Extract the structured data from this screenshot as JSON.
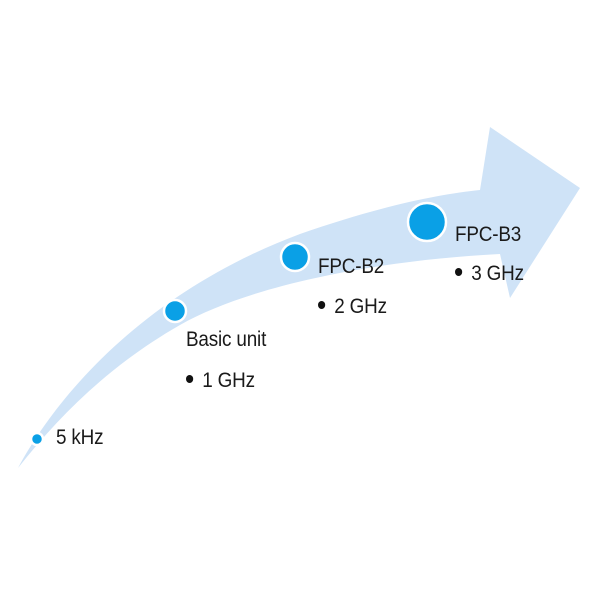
{
  "colors": {
    "arrow_fill": "#cfe3f7",
    "dot_fill": "#0aa0e6",
    "dot_stroke": "#ffffff",
    "text": "#1a1a1a",
    "bullet": "#111111"
  },
  "stages": [
    {
      "label": "5 kHz",
      "has_name": false
    },
    {
      "name": "Basic unit",
      "spec": "1 GHz",
      "has_name": true
    },
    {
      "name": "FPC-B2",
      "spec": "2 GHz",
      "has_name": true
    },
    {
      "name": "FPC-B3",
      "spec": "3 GHz",
      "has_name": true
    }
  ]
}
